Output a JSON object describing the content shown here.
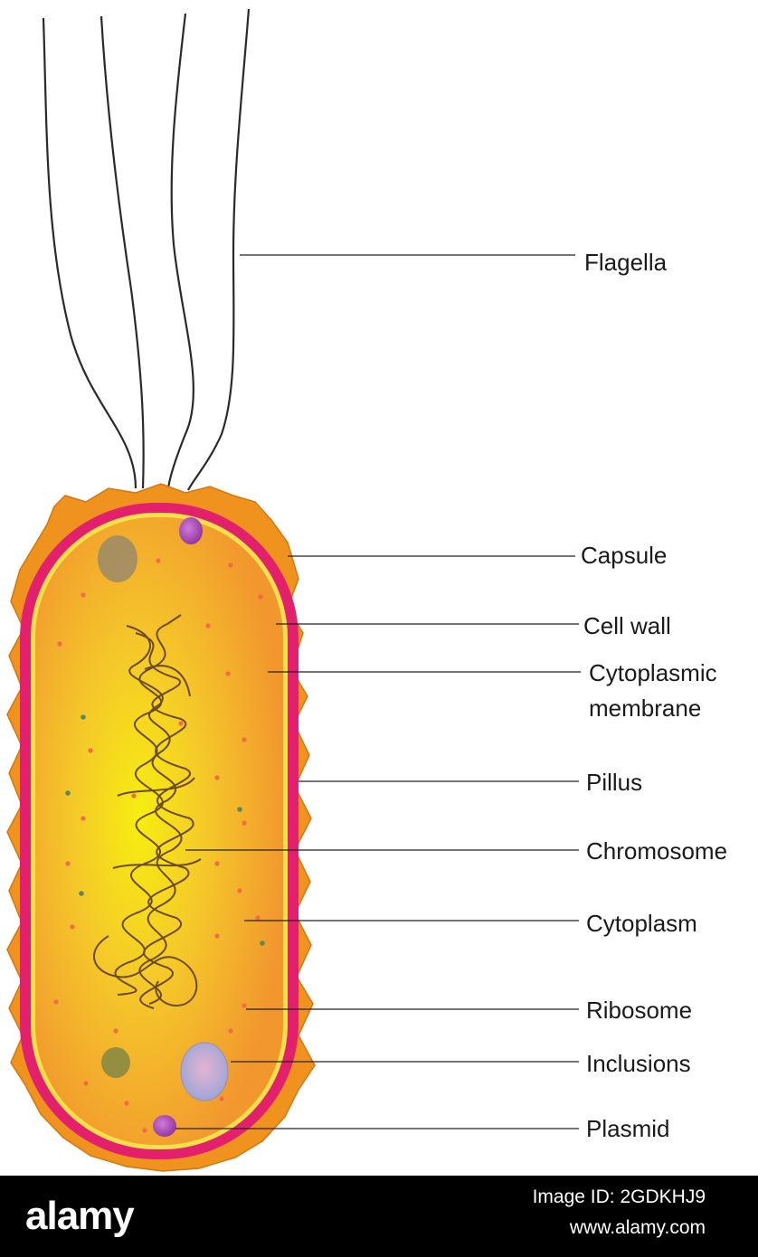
{
  "labels": {
    "flagella": "Flagella",
    "capsule": "Capsule",
    "cell_wall": "Cell wall",
    "cytoplasmic_membrane_line1": "Cytoplasmic",
    "cytoplasmic_membrane_line2": "membrane",
    "pillus": "Pillus",
    "chromosome": "Chromosome",
    "cytoplasm": "Cytoplasm",
    "ribosome": "Ribosome",
    "inclusions": "Inclusions",
    "plasmid": "Plasmid"
  },
  "footer": {
    "logo": "alamy",
    "image_id": "Image ID: 2GDKHJ9",
    "url": "www.alamy.com"
  },
  "colors": {
    "capsule": "#f0921e",
    "cell_wall": "#e3206b",
    "membrane": "#f4e04a",
    "cytoplasm_center": "#f4e810",
    "cytoplasm_edge": "#f2962a",
    "chromosome": "#6b4a1c",
    "plasmid": "#9a3fa8",
    "inclusion": "#b8a8d8",
    "ribosome": "#f26a4a",
    "flagella": "#2a2a2a",
    "leader_line": "#222222"
  }
}
